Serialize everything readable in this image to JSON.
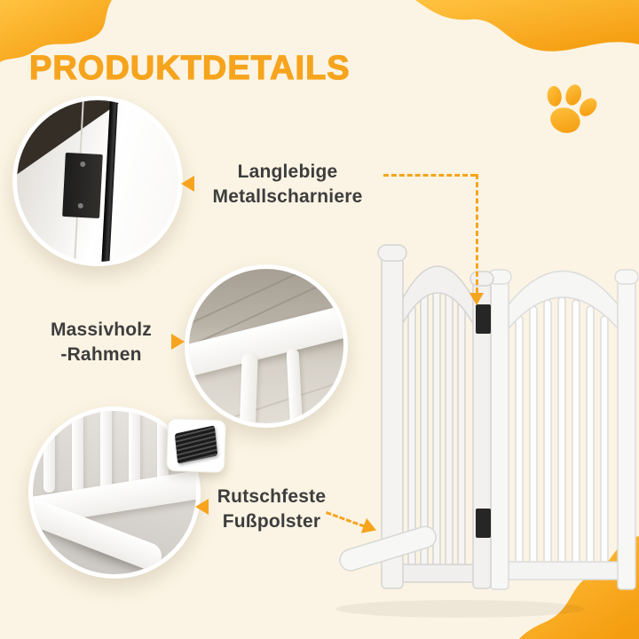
{
  "page": {
    "title": "PRODUKTDETAILS"
  },
  "callouts": {
    "hinges": {
      "line1": "Langlebige",
      "line2": "Metallscharniere"
    },
    "frame": {
      "line1": "Massivholz",
      "line2": "-Rahmen"
    },
    "pads": {
      "line1": "Rutschfeste",
      "line2": "Fußpolster"
    }
  },
  "icons": {
    "paw": "paw-print-icon",
    "pointers": "orange-triangle-arrow",
    "connectors": "orange-dashed-line"
  },
  "colors": {
    "accent": "#F6A41D",
    "background": "#FBF4E4",
    "label_text": "#3D3D3D",
    "hinge_black": "#262626"
  }
}
